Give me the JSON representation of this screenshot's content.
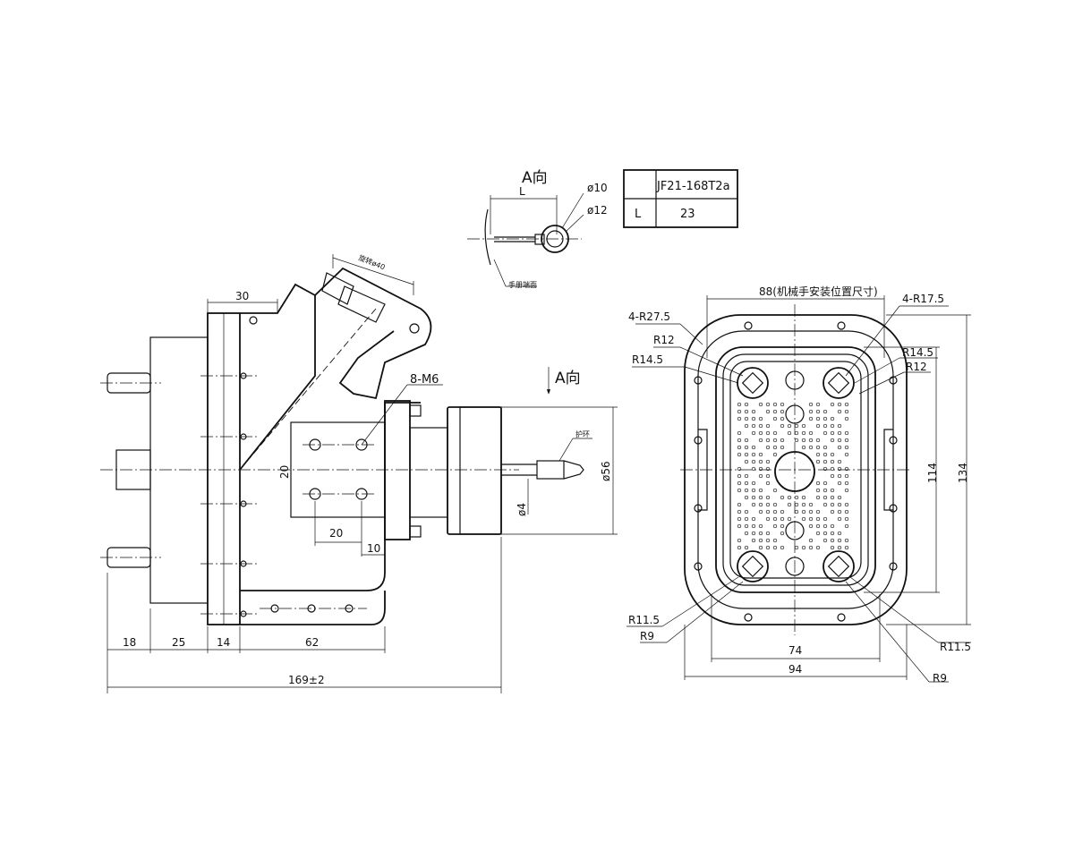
{
  "view_a": {
    "title": "A向",
    "l_label": "L",
    "d10": "ø10",
    "d12": "ø12",
    "note": "手册端面"
  },
  "table": {
    "model": "JF21-168T2a",
    "row_label": "L",
    "row_value": "23"
  },
  "side_view": {
    "dim_30": "30",
    "swing_label": "旋转ø40",
    "m6_label": "8-M6",
    "a_arrow_label": "A向",
    "clamp_label": "护环",
    "d56": "ø56",
    "d4": "ø4",
    "dim_20_vert": "20",
    "dim_20_horiz": "20",
    "dim_10": "10",
    "bottom_dims": [
      "18",
      "25",
      "14",
      "62"
    ],
    "total": "169±2"
  },
  "front_view": {
    "top_dim": "88(机械手安装位置尺寸)",
    "r27_5": "4-R27.5",
    "r17_5": "4-R17.5",
    "r12_left": "R12",
    "r14_5_left": "R14.5",
    "r14_5_right": "R14.5",
    "r12_right": "R12",
    "r11_5_left": "R11.5",
    "r9_left": "R9",
    "r11_5_right": "R11.5",
    "r9_right": "R9",
    "dim_74": "74",
    "dim_94": "94",
    "dim_114": "114",
    "dim_134": "134"
  }
}
